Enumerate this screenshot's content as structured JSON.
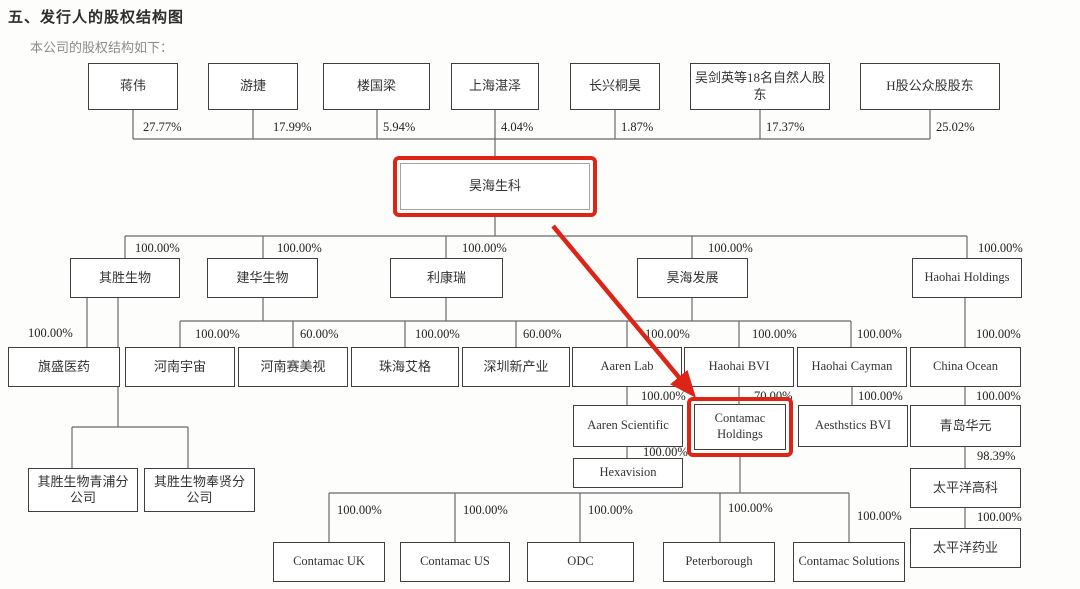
{
  "page": {
    "title": "五、发行人的股权结构图",
    "subtitle": "本公司的股权结构如下："
  },
  "colors": {
    "highlight_red": "#dc2417",
    "line_gray": "#6a6a6a",
    "box_border": "#3f3f3f"
  },
  "chart": {
    "root": {
      "name": "昊海生科",
      "highlighted": true
    },
    "top_shareholders": [
      {
        "name": "蒋伟",
        "pct": "27.77%"
      },
      {
        "name": "游捷",
        "pct": "17.99%"
      },
      {
        "name": "楼国梁",
        "pct": "5.94%"
      },
      {
        "name": "上海湛泽",
        "pct": "4.04%"
      },
      {
        "name": "长兴桐昊",
        "pct": "1.87%"
      },
      {
        "name": "吴剑英等18名自然人股东",
        "pct": "17.37%"
      },
      {
        "name": "H股公众股股东",
        "pct": "25.02%"
      }
    ],
    "tier2": [
      {
        "name": "其胜生物",
        "pct": "100.00%"
      },
      {
        "name": "建华生物",
        "pct": "100.00%"
      },
      {
        "name": "利康瑞",
        "pct": "100.00%"
      },
      {
        "name": "昊海发展",
        "pct": "100.00%"
      },
      {
        "name": "Haohai Holdings",
        "pct": "100.00%"
      }
    ],
    "tier3": [
      {
        "name": "旗盛医药",
        "pct": "100.00%"
      },
      {
        "name": "河南宇宙",
        "pct": "100.00%"
      },
      {
        "name": "河南赛美视",
        "pct": "60.00%"
      },
      {
        "name": "珠海艾格",
        "pct": "100.00%"
      },
      {
        "name": "深圳新产业",
        "pct": "60.00%"
      },
      {
        "name": "Aaren Lab",
        "pct": "100.00%"
      },
      {
        "name": "Haohai BVI",
        "pct": "100.00%"
      },
      {
        "name": "Haohai Cayman",
        "pct": "100.00%"
      },
      {
        "name": "China Ocean",
        "pct": "100.00%"
      }
    ],
    "tier4": [
      {
        "name": "Aaren Scientific",
        "pct": "100.00%"
      },
      {
        "name": "Contamac Holdings",
        "pct": "70.00%",
        "highlighted": true
      },
      {
        "name": "Aesthstics BVI",
        "pct": "100.00%"
      },
      {
        "name": "青岛华元",
        "pct": "100.00%"
      }
    ],
    "tier5": [
      {
        "name": "Hexavision",
        "pct": "100.00%"
      },
      {
        "name": "太平洋高科",
        "pct": "98.39%"
      },
      {
        "name": "太平洋药业",
        "pct": "100.00%"
      }
    ],
    "branches": [
      {
        "name": "其胜生物青浦分公司"
      },
      {
        "name": "其胜生物奉贤分公司"
      }
    ],
    "bottom": [
      {
        "name": "Contamac UK",
        "pct": "100.00%"
      },
      {
        "name": "Contamac US",
        "pct": "100.00%"
      },
      {
        "name": "ODC",
        "pct": "100.00%"
      },
      {
        "name": "Peterborough",
        "pct": "100.00%"
      },
      {
        "name": "Contamac Solutions",
        "pct": "100.00%"
      }
    ]
  }
}
